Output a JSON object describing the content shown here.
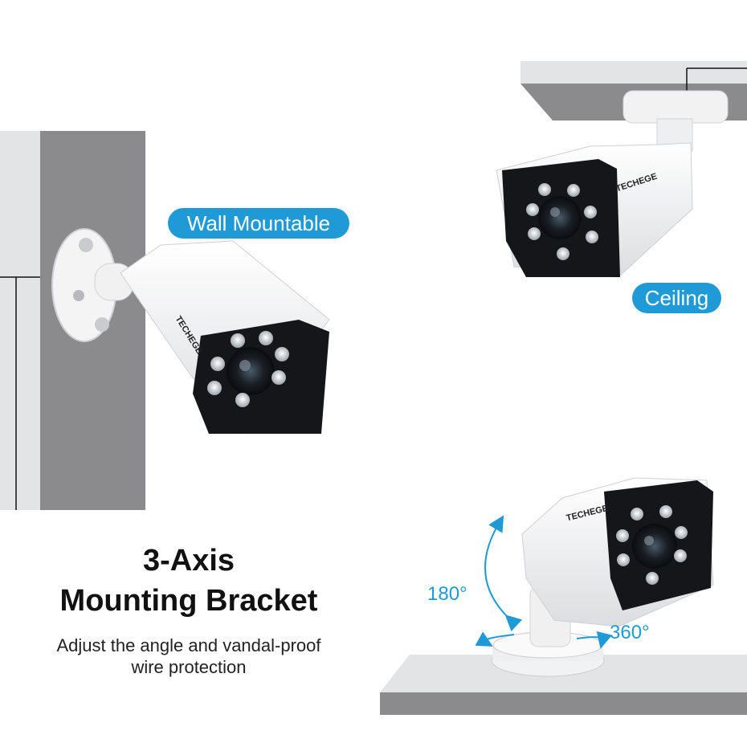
{
  "labels": {
    "wall": "Wall Mountable",
    "ceiling": "Ceiling"
  },
  "headline": {
    "line1": "3-Axis",
    "line2": "Mounting Bracket"
  },
  "description": {
    "line1": "Adjust the angle and vandal-proof",
    "line2": "wire protection"
  },
  "angles": {
    "vertical": "180°",
    "horizontal": "360°"
  },
  "camera": {
    "brand": "TECHEGE"
  },
  "colors": {
    "accent": "#1f9ad6",
    "wall": "#8b8b8d",
    "wall_light": "#e2e3e5"
  }
}
